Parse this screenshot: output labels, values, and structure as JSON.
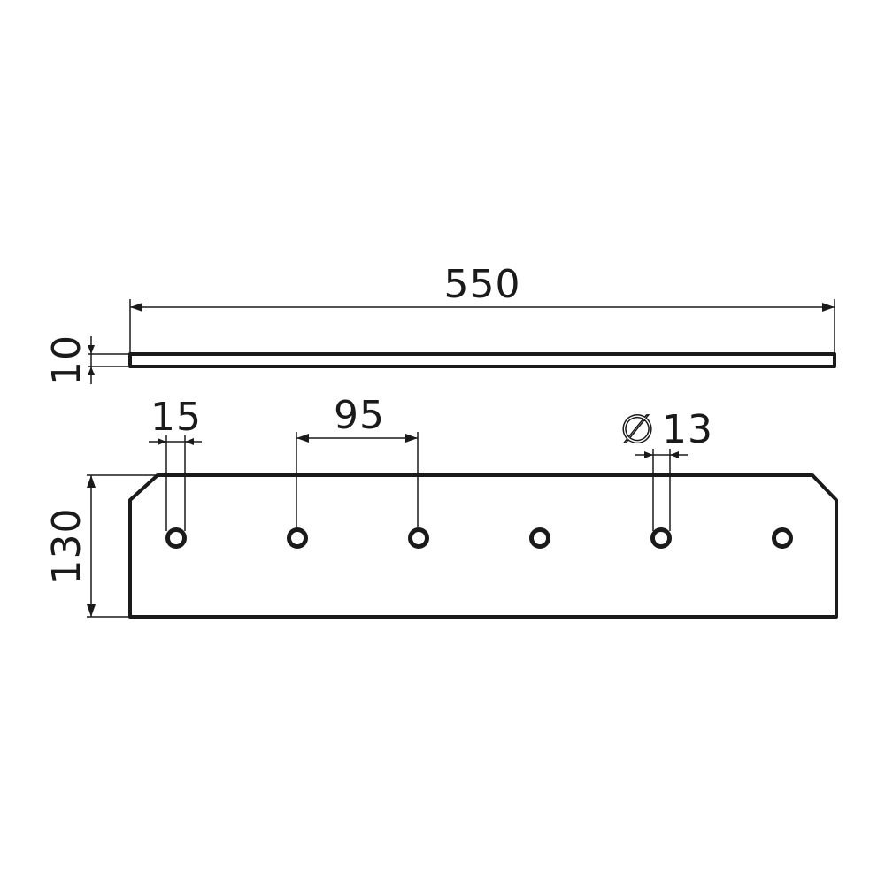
{
  "dimensions": {
    "length": "550",
    "thickness": "10",
    "height": "130",
    "edge_to_hole": "15",
    "hole_pitch": "95",
    "hole_diameter": "13",
    "diameter_symbol": "∅"
  },
  "holes": {
    "count": 6
  }
}
